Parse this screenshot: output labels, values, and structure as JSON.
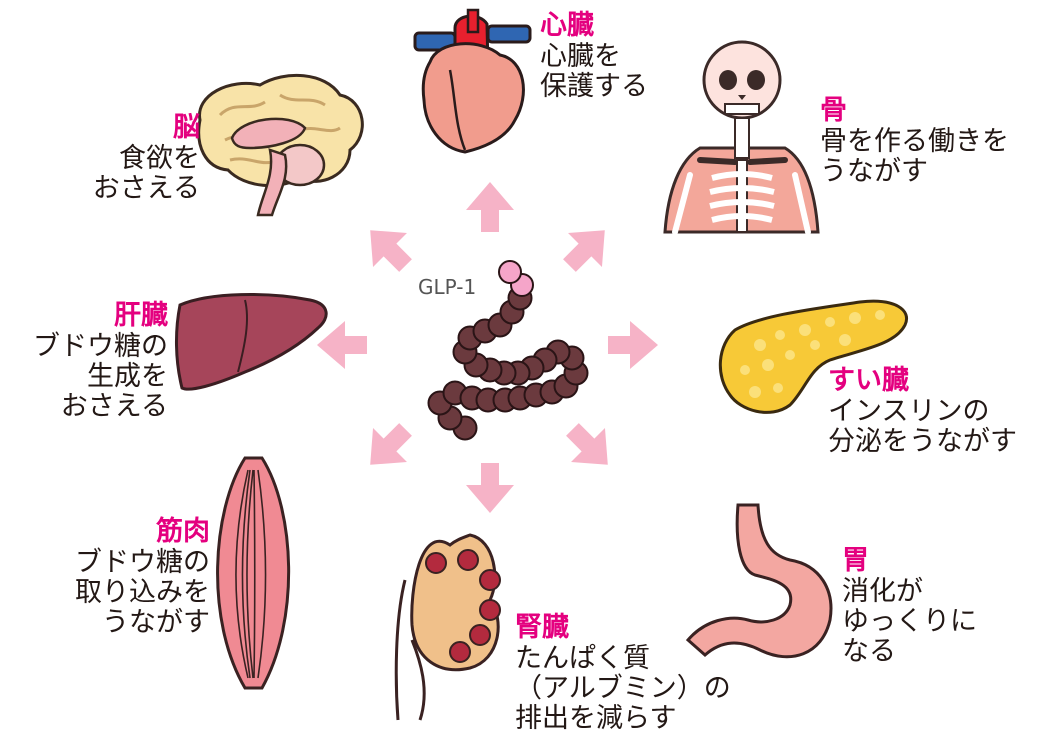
{
  "center": {
    "label": "GLP-1"
  },
  "organs": {
    "brain": {
      "icon": "brain-icon",
      "title": "脳",
      "desc": "食欲を\nおさえる"
    },
    "heart": {
      "icon": "heart-icon",
      "title": "心臓",
      "desc": "心臓を\n保護する"
    },
    "bone": {
      "icon": "skeleton-icon",
      "title": "骨",
      "desc": "骨を作る働きを\nうながす"
    },
    "liver": {
      "icon": "liver-icon",
      "title": "肝臓",
      "desc": "ブドウ糖の\n生成を\nおさえる"
    },
    "pancreas": {
      "icon": "pancreas-icon",
      "title": "すい臓",
      "desc": "インスリンの\n分泌をうながす"
    },
    "muscle": {
      "icon": "muscle-icon",
      "title": "筋肉",
      "desc": "ブドウ糖の\n取り込みを\nうながす"
    },
    "kidney": {
      "icon": "kidney-icon",
      "title": "腎臓",
      "desc": "たんぱく質\n（アルブミン）の\n排出を減らす"
    },
    "stomach": {
      "icon": "stomach-icon",
      "title": "胃",
      "desc": "消化が\nゆっくりに\nなる"
    }
  },
  "colors": {
    "title": "#e4007f",
    "arrow": "#f6b3c7",
    "peptide": "#6b3a3e",
    "peptide_tip": "#f5a5c9"
  }
}
